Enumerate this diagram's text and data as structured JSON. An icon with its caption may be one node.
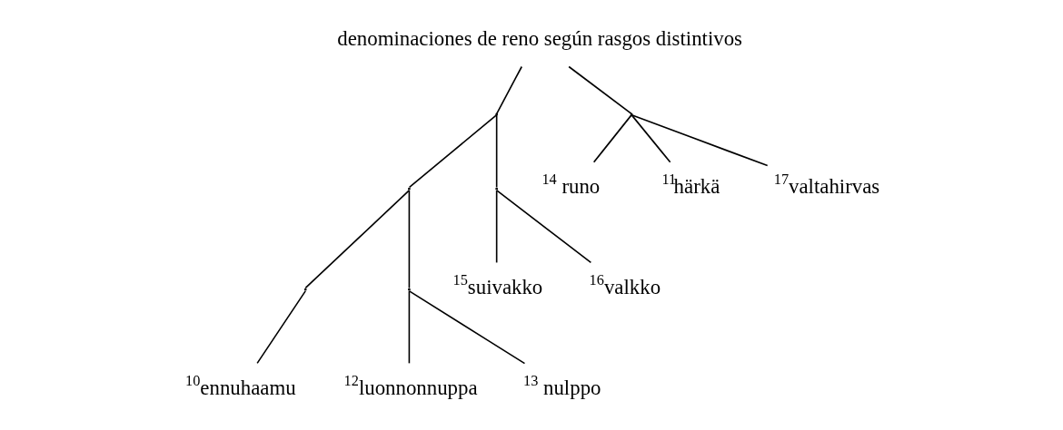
{
  "diagram": {
    "nodes": [
      {
        "text": [
          "denominaciones de reno según rasgos distintivos"
        ]
      },
      {
        "text": [],
        "shape": "point"
      },
      {
        "text": [],
        "shape": "point"
      },
      {
        "text": [],
        "shape": "point"
      },
      {
        "text": [],
        "shape": "point"
      },
      {
        "text": [],
        "shape": "point"
      },
      {
        "text": [
          "$^{10}$ennuhaamu"
        ]
      },
      {
        "text": [
          "$^{15}$suivakko"
        ]
      },
      {
        "text": [
          "$^{16}$valkko"
        ]
      },
      {
        "text": [],
        "shape": "point"
      },
      {
        "text": [
          "$^{14}$  runo"
        ]
      },
      {
        "text": [
          "$^{11}$härkä"
        ]
      },
      {
        "text": [
          "$^{17}$valtahirvas"
        ]
      },
      {
        "text": [
          "$^{12}$luonnonnuppa"
        ]
      },
      {
        "text": [
          "$^{13}$  nulppo"
        ]
      }
    ],
    "edges": [
      {
        "from": 0,
        "to": 1,
        "arrow": "none"
      },
      {
        "from": 1,
        "to": 2,
        "arrow": "none"
      },
      {
        "from": 2,
        "to": 3,
        "arrow": "none"
      },
      {
        "from": 0,
        "to": 4,
        "arrow": "none"
      },
      {
        "from": 1,
        "to": 5,
        "arrow": "none"
      },
      {
        "from": 3,
        "to": 6,
        "arrow": "none"
      },
      {
        "from": 5,
        "to": 7,
        "arrow": "none"
      },
      {
        "from": 5,
        "to": 8,
        "arrow": "none"
      },
      {
        "from": 2,
        "to": 9,
        "arrow": "none"
      },
      {
        "from": 4,
        "to": 10,
        "arrow": "none"
      },
      {
        "from": 4,
        "to": 11,
        "arrow": "none"
      },
      {
        "from": 4,
        "to": 12,
        "arrow": "none"
      },
      {
        "from": 9,
        "to": 13,
        "arrow": "none"
      },
      {
        "from": 9,
        "to": 14,
        "arrow": "none"
      }
    ]
  }
}
